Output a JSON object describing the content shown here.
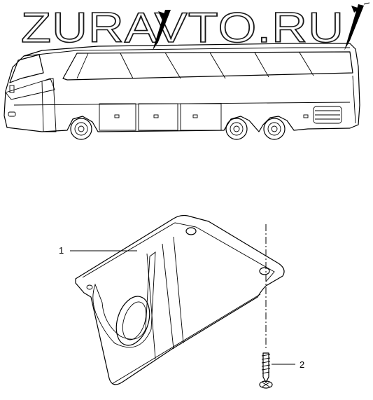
{
  "watermark": {
    "text": "ZURAVTO.RU"
  },
  "callouts": [
    {
      "id": "1",
      "label": "1"
    },
    {
      "id": "2",
      "label": "2"
    }
  ],
  "colors": {
    "ink": "#000000",
    "paper": "#ffffff",
    "bus_fill": "#ffffff"
  }
}
